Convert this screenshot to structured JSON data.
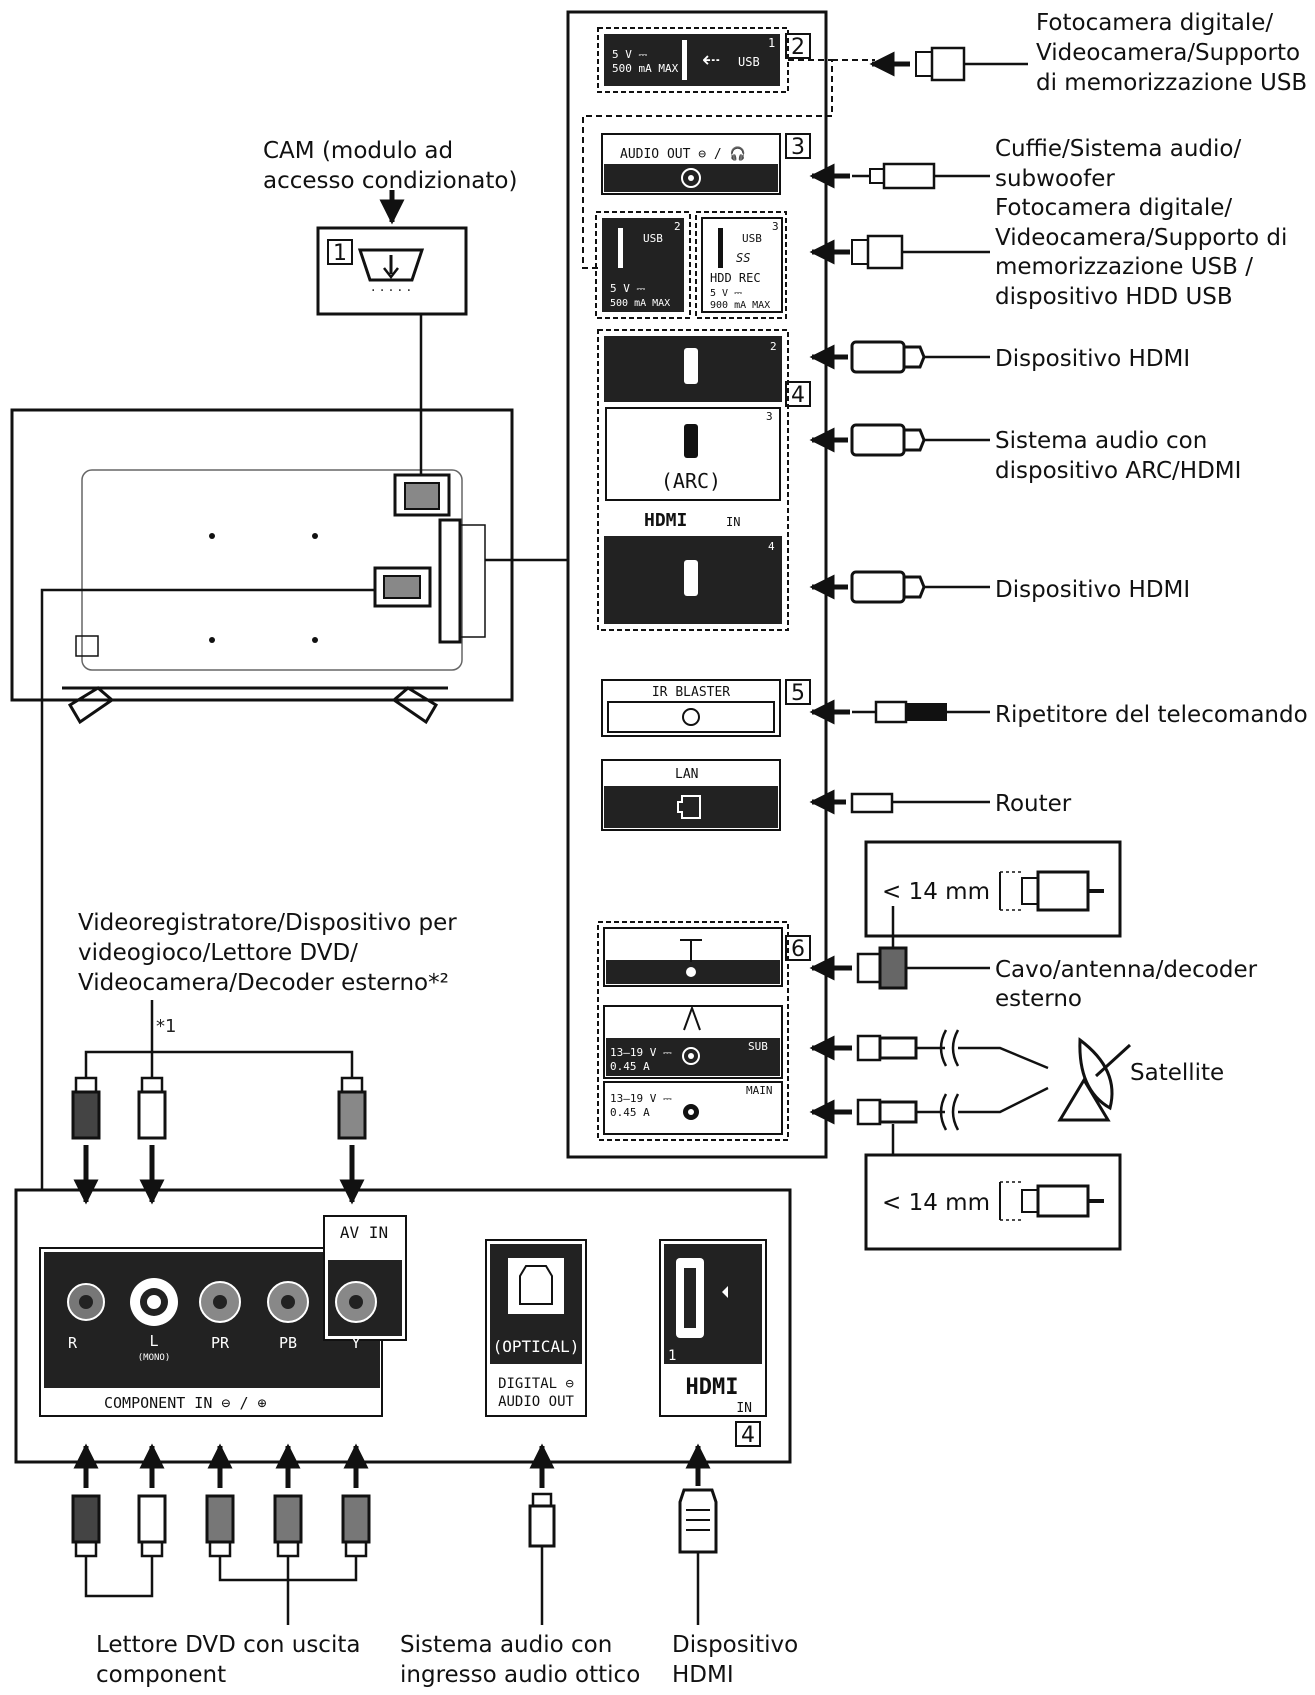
{
  "colors": {
    "ink": "#111111",
    "panel": "#222222",
    "paper": "#ffffff"
  },
  "badges": [
    "1",
    "2",
    "3",
    "4",
    "5",
    "6"
  ],
  "labels": {
    "cam_1": "CAM (modulo ad",
    "cam_2": "accesso condizionato)",
    "usb_top_1": "Fotocamera digitale/",
    "usb_top_2": "Videocamera/Supporto",
    "usb_top_3": "di memorizzazione USB",
    "headphones_1": "Cuffie/Sistema audio/",
    "headphones_2": "subwoofer",
    "usb_side_1": "Fotocamera digitale/",
    "usb_side_2": "Videocamera/Supporto di",
    "usb_side_3": "memorizzazione USB /",
    "usb_side_4": "dispositivo HDD USB",
    "hdmi_dev_a": "Dispositivo HDMI",
    "arc_1": "Sistema audio con",
    "arc_2": "dispositivo ARC/HDMI",
    "hdmi_dev_b": "Dispositivo HDMI",
    "ir_label": "Ripetitore del telecomando",
    "router": "Router",
    "cable_1": "Cavo/antenna/decoder",
    "cable_2": "esterno",
    "satellite": "Satellite",
    "size_a": "< 14 mm",
    "size_b": "< 14 mm",
    "vcr_1": "Videoregistratore/Dispositivo per",
    "vcr_2": "videogioco/Lettore DVD/",
    "vcr_3": "Videocamera/Decoder esterno*²",
    "footnote": "*1",
    "dvd_1": "Lettore DVD con uscita",
    "dvd_2": "component",
    "optical_dev_1": "Sistema audio con",
    "optical_dev_2": "ingresso audio ottico",
    "hdmi_bottom_1": "Dispositivo",
    "hdmi_bottom_2": "HDMI"
  },
  "ports": {
    "usb1_v": "5 V ⎓",
    "usb1_ma": "500 mA MAX",
    "usb1_name": "USB",
    "usb1_no": "1",
    "audio_out": "AUDIO OUT ⊖ / 🎧",
    "usb2_name": "USB",
    "usb2_no": "2",
    "usb2_v": "5 V ⎓",
    "usb2_ma": "500 mA MAX",
    "usb3_name": "USB",
    "usb3_no": "3",
    "usb3_ss": "SS",
    "usb3_hdd": "HDD REC",
    "usb3_v": "5 V ⎓",
    "usb3_ma": "900 mA MAX",
    "hdmi2_no": "2",
    "hdmi3_no": "3",
    "arc": "(ARC)",
    "hdmi_logo": "HDMI",
    "hdmi_in": "IN",
    "hdmi4_no": "4",
    "ir_blaster": "IR BLASTER",
    "lan": "LAN",
    "sat_sub": "SUB",
    "sat_main": "MAIN",
    "sat_v1": "13–19 V ⎓",
    "sat_a1": "0.45 A",
    "sat_v2": "13–19 V ⎓",
    "sat_a2": "0.45 A",
    "av_in": "AV IN",
    "jack_r": "R",
    "jack_l": "L",
    "jack_mono": "(MONO)",
    "jack_pr": "PR",
    "jack_pb": "PB",
    "jack_y": "Y",
    "component_in": "COMPONENT IN ⊖ / ⊕",
    "optical": "(OPTICAL)",
    "digital_1": "DIGITAL ⊖",
    "digital_2": "AUDIO OUT",
    "hdmi1_no": "1",
    "hdmi1_logo": "HDMI",
    "hdmi1_in": "IN"
  }
}
